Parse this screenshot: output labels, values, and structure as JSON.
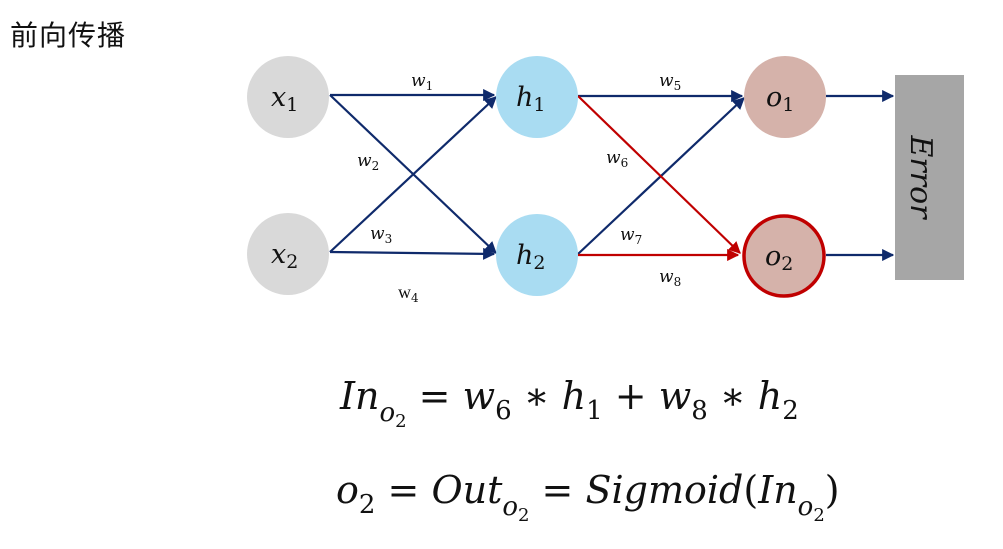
{
  "title": "前向传播",
  "colors": {
    "input_node": "#d9d9d9",
    "hidden_node": "#a9dcf2",
    "output_node": "#d5b2aa",
    "highlight": "#c00000",
    "edge": "#0f2a6b",
    "error_box": "#a6a6a6"
  },
  "nodes": {
    "x1": {
      "base": "x",
      "sub": "1"
    },
    "x2": {
      "base": "x",
      "sub": "2"
    },
    "h1": {
      "base": "h",
      "sub": "1"
    },
    "h2": {
      "base": "h",
      "sub": "2"
    },
    "o1": {
      "base": "o",
      "sub": "1"
    },
    "o2": {
      "base": "o",
      "sub": "2",
      "highlighted": true
    }
  },
  "weights": {
    "w1": {
      "base": "w",
      "sub": "1",
      "from": "x1",
      "to": "h1"
    },
    "w2": {
      "base": "w",
      "sub": "2",
      "from": "x1",
      "to": "h2"
    },
    "w3": {
      "base": "w",
      "sub": "3",
      "from": "x2",
      "to": "h1"
    },
    "w4": {
      "base": "w",
      "sub": "4",
      "from": "x2",
      "to": "h2"
    },
    "w5": {
      "base": "w",
      "sub": "5",
      "from": "h1",
      "to": "o1"
    },
    "w6": {
      "base": "w",
      "sub": "6",
      "from": "h1",
      "to": "o2",
      "highlighted": true
    },
    "w7": {
      "base": "w",
      "sub": "7",
      "from": "h2",
      "to": "o1"
    },
    "w8": {
      "base": "w",
      "sub": "8",
      "from": "h2",
      "to": "o2",
      "highlighted": true
    }
  },
  "error_box": {
    "label": "Error"
  },
  "equations": {
    "eq1": {
      "lhs_base": "In",
      "lhs_sub_base": "o",
      "lhs_sub_sub": "2",
      "eq": " = ",
      "t1_w": "w",
      "t1_wsub": "6",
      "op1": " ∗ ",
      "t1_h": "h",
      "t1_hsub": "1",
      "plus": " + ",
      "t2_w": "w",
      "t2_wsub": "8",
      "op2": " ∗ ",
      "t2_h": "h",
      "t2_hsub": "2"
    },
    "eq2": {
      "lhs_base": "o",
      "lhs_sub": "2",
      "eq1": " = ",
      "out_base": "Out",
      "out_sub_base": "o",
      "out_sub_sub": "2",
      "eq2": " = ",
      "func": "Sigmoid",
      "lparen": "(",
      "arg_base": "In",
      "arg_sub_base": "o",
      "arg_sub_sub": "2",
      "rparen": ")"
    }
  }
}
